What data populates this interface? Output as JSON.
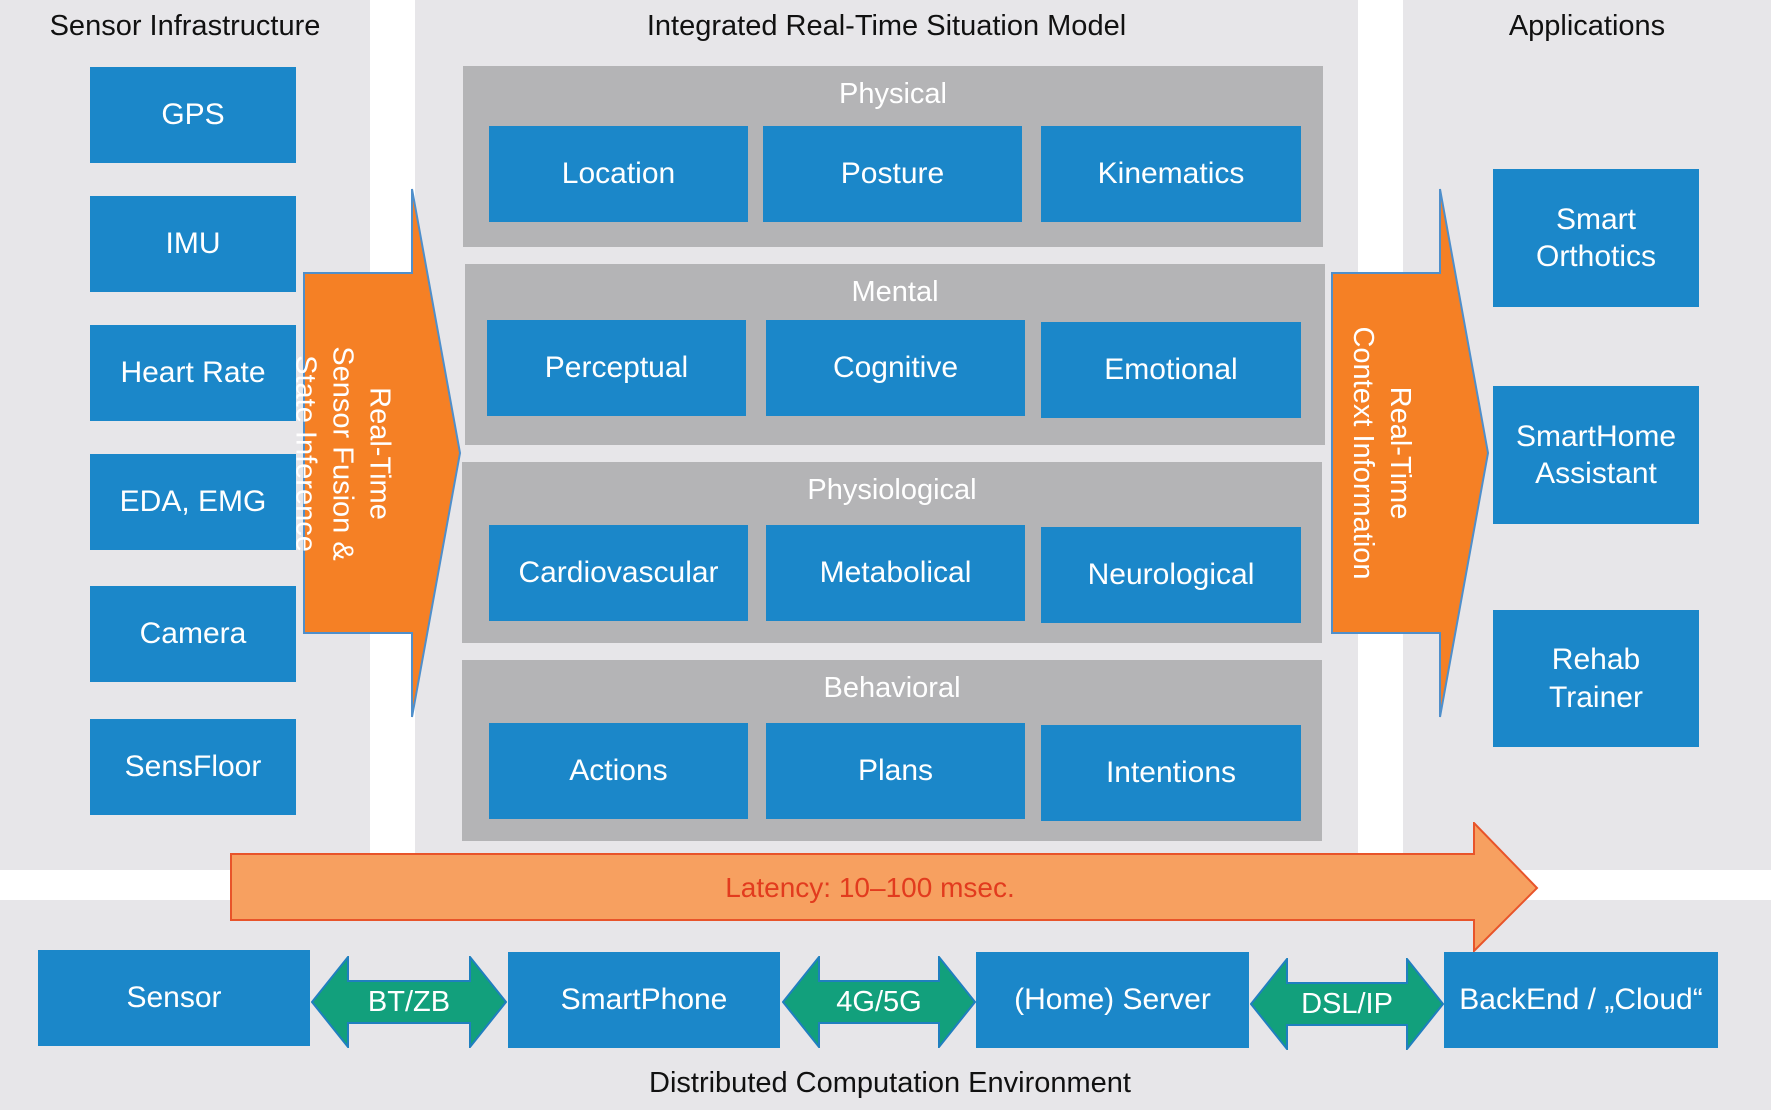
{
  "sensor_column": {
    "title": "Sensor Infrastructure",
    "items": [
      "GPS",
      "IMU",
      "Heart Rate",
      "EDA, EMG",
      "Camera",
      "SensFloor"
    ]
  },
  "model_column": {
    "title": "Integrated Real-Time Situation Model",
    "groups": [
      {
        "title": "Physical",
        "items": [
          "Location",
          "Posture",
          "Kinematics"
        ]
      },
      {
        "title": "Mental",
        "items": [
          "Perceptual",
          "Cognitive",
          "Emotional"
        ]
      },
      {
        "title": "Physiological",
        "items": [
          "Cardiovascular",
          "Metabolical",
          "Neurological"
        ]
      },
      {
        "title": "Behavioral",
        "items": [
          "Actions",
          "Plans",
          "Intentions"
        ]
      }
    ]
  },
  "apps_column": {
    "title": "Applications",
    "items": [
      {
        "line1": "Smart",
        "line2": "Orthotics"
      },
      {
        "line1": "SmartHome",
        "line2": "Assistant"
      },
      {
        "line1": "Rehab",
        "line2": "Trainer"
      }
    ]
  },
  "fusion_arrow": {
    "lines": [
      "Real-Time",
      "Sensor Fusion &",
      "State Inference"
    ]
  },
  "context_arrow": {
    "lines": [
      "Real-Time",
      "Context Information"
    ]
  },
  "latency": {
    "label": "Latency: 10–100 msec."
  },
  "distributed": {
    "title": "Distributed Computation Environment",
    "nodes": [
      "Sensor",
      "SmartPhone",
      "(Home) Server",
      "BackEnd / „Cloud“"
    ],
    "links": [
      "BT/ZB",
      "4G/5G",
      "DSL/IP"
    ]
  },
  "colors": {
    "box_blue": "#1b87c9",
    "group_gray": "#b4b4b6",
    "panel_gray": "#e7e6e9",
    "arrow_orange": "#f58025",
    "latency_fill": "#f7a060",
    "latency_text": "#e23b1e",
    "link_teal": "#12a07c"
  }
}
